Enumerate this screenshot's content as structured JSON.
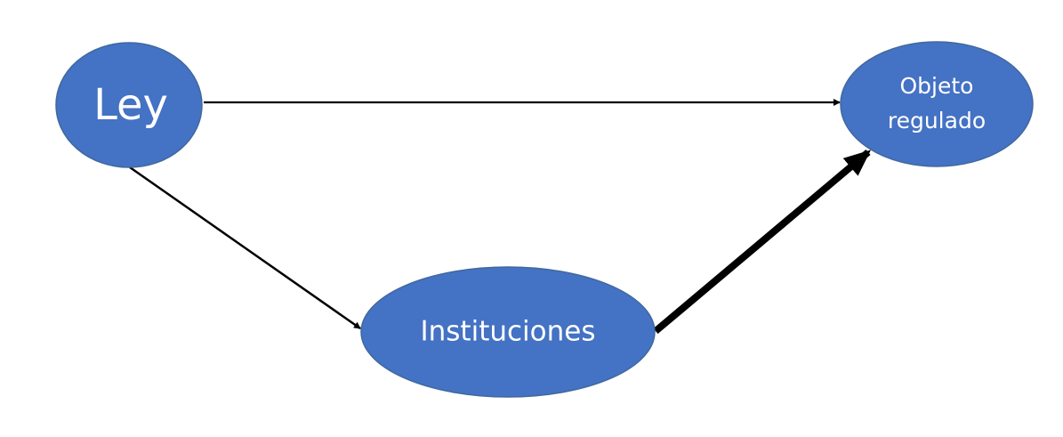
{
  "diagram": {
    "colors": {
      "node_fill": "#4472c4",
      "node_text": "#ffffff",
      "edge": "#000000",
      "background": "#ffffff"
    },
    "nodes": [
      {
        "id": "ley",
        "label_lines": [
          "Ley"
        ]
      },
      {
        "id": "objeto",
        "label_lines": [
          "Objeto",
          "regulado"
        ]
      },
      {
        "id": "instituciones",
        "label_lines": [
          "Instituciones"
        ]
      }
    ],
    "edges": [
      {
        "from": "ley",
        "to": "objeto",
        "weight": "thin"
      },
      {
        "from": "ley",
        "to": "instituciones",
        "weight": "thin"
      },
      {
        "from": "instituciones",
        "to": "objeto",
        "weight": "thick"
      }
    ]
  }
}
